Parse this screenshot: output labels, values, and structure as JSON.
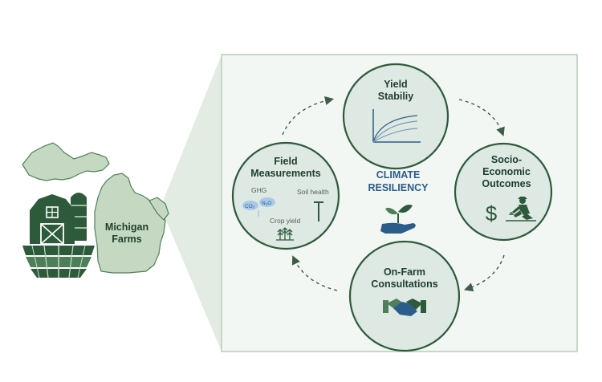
{
  "michigan": {
    "label_line1": "Michigan",
    "label_line2": "Farms"
  },
  "center": {
    "line1": "CLIMATE",
    "line2": "RESILIENCY"
  },
  "nodes": {
    "yield": {
      "line1": "Yield",
      "line2": "Stabiliy"
    },
    "socio": {
      "line1": "Socio-",
      "line2": "Economic",
      "line3": "Outcomes",
      "symbol": "$"
    },
    "onfarm": {
      "line1": "On-Farm",
      "line2": "Consultations"
    },
    "field": {
      "line1": "Field",
      "line2": "Measurements",
      "ghg": "GHG",
      "co2": "CO₂",
      "n2o": "N₂O",
      "soil": "Soil health",
      "crop": "Crop yield"
    }
  },
  "colors": {
    "dark_green": "#2e5a3c",
    "mid_green": "#4f7f5a",
    "light_green": "#c5d9c2",
    "panel_fill": "#f3f7f3",
    "panel_border": "#b9ceb9",
    "circle_fill": "#dde9e2",
    "text_dark": "#1f3d2e",
    "blue": "#2a5d8a"
  }
}
